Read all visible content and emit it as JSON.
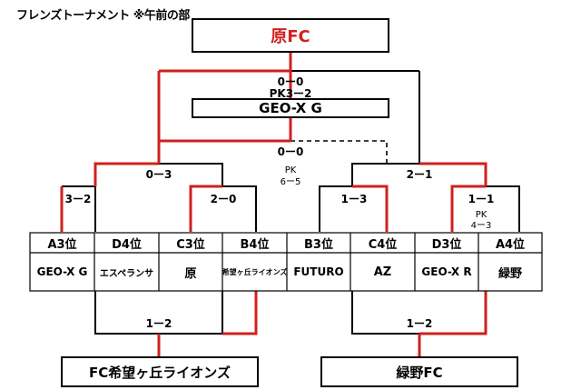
{
  "title": "フレンズトーナメント ※午前の部",
  "champion": "原FC",
  "final": {
    "score": "0ー0",
    "pk": "PK3ー2",
    "runner_up": "GEO-X G"
  },
  "semi": {
    "score": "0ー0",
    "pk_label": "PK",
    "pk_score": "6ー5"
  },
  "round2": {
    "left_score": "0ー3",
    "right_score": "2ー1"
  },
  "round1": [
    {
      "score": "3ー2"
    },
    {
      "score": "2ー0"
    },
    {
      "score": "1ー3"
    },
    {
      "score": "1ー1",
      "pk_label": "PK",
      "pk_score": "4ー3"
    }
  ],
  "teams": [
    {
      "rank": "A3位",
      "name": "GEO-X G"
    },
    {
      "rank": "D4位",
      "name": "エスペランサ"
    },
    {
      "rank": "C3位",
      "name": "原"
    },
    {
      "rank": "B4位",
      "name": "希望ヶ丘ライオンズ"
    },
    {
      "rank": "B3位",
      "name": "FUTURO"
    },
    {
      "rank": "C4位",
      "name": "AZ"
    },
    {
      "rank": "D3位",
      "name": "GEO-X R"
    },
    {
      "rank": "A4位",
      "name": "緑野"
    }
  ],
  "consolation": {
    "left_score": "1ー2",
    "right_score": "1ー2",
    "left_winner": "FC希望ヶ丘ライオンズ",
    "right_winner": "緑野FC"
  },
  "colors": {
    "winner_line": "#d0201e",
    "line": "#000000"
  }
}
